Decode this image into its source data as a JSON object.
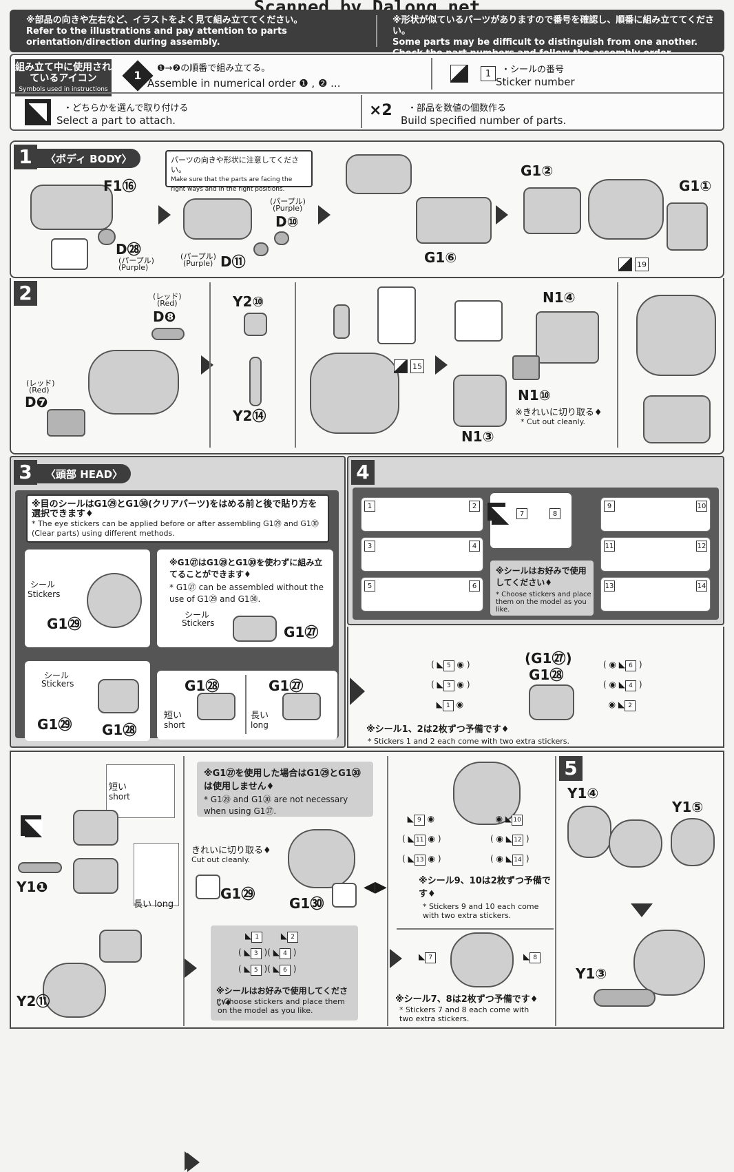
{
  "watermark": "Scanned by Dalong.net",
  "header": {
    "left_jp": "※部品の向きや左右など、イラストをよく見て組み立ててください。",
    "left_en": "Refer to the illustrations and pay attention to parts orientation/direction during assembly.",
    "right_jp": "※形状が似ているパーツがありますので番号を確認し、順番に組み立ててください。",
    "right_en": "Some parts may be difficult to distinguish from one another. Check the part numbers and follow the assembly order."
  },
  "legend": {
    "title_jp": "組み立て中に使用されているアイコン",
    "title_en": "Symbols used in instructions",
    "order_jp": "❶→❷の順番で組み立てる。",
    "order_en": "Assemble in numerical order ❶ , ❷ ...",
    "sticker_num": "1",
    "sticker_jp": "・シールの番号",
    "sticker_en": "Sticker number",
    "choose_jp": "・どちらかを選んで取り付ける",
    "choose_en": "Select a part to attach.",
    "x2": "×2",
    "build_jp": "・部品を数値の個数作る",
    "build_en": "Build specified number of parts."
  },
  "step1": {
    "num": "1",
    "title": "〈ボディ BODY〉",
    "note_jp": "パーツの向きや形状に注意してください。",
    "note_en": "Make sure that the parts are facing the right ways and in the right positions.",
    "parts": {
      "f1": "F1⑯",
      "d28": "D㉘",
      "d28_jp": "(パープル)",
      "d28_en": "(Purple)",
      "d10": "D⑩",
      "d10_jp": "(パープル)",
      "d10_en": "(Purple)",
      "d11": "D⑪",
      "d11_jp": "(パープル)",
      "d11_en": "(Purple)",
      "g16": "G1⑥",
      "g12": "G1②",
      "g11": "G1①",
      "sticker": "19"
    }
  },
  "step2": {
    "num": "2",
    "parts": {
      "d8": "D❽",
      "d8_jp": "(レッド)",
      "d8_en": "(Red)",
      "d7": "D❼",
      "d7_jp": "(レッド)",
      "d7_en": "(Red)",
      "y210": "Y2⑩",
      "y214": "Y2⑭",
      "sticker": "15",
      "n14": "N1④",
      "n110": "N1⑩",
      "n13": "N1③"
    },
    "cut_jp": "※きれいに切り取る♦",
    "cut_en": "* Cut out cleanly."
  },
  "step3": {
    "num": "3",
    "title": "〈頭部 HEAD〉",
    "note_jp": "※目のシールはG1㉙とG1㉚(クリアパーツ)をはめる前と後で貼り方を選択できます♦",
    "note_en": "* The eye stickers can be applied before or after assembling G1㉙ and G1㉚ (Clear parts) using different methods.",
    "alt_jp": "※G1㉗はG1㉙とG1㉚を使わずに組み立てることができます♦",
    "alt_en": "* G1㉗ can be assembled without the use of G1㉙ and G1㉚.",
    "stickers_jp": "シール",
    "stickers_en": "Stickers",
    "g129": "G1㉙",
    "g127": "G1㉗",
    "g128": "G1㉘",
    "short_jp": "短い",
    "short_en": "short",
    "long_jp": "長い",
    "long_en": "long"
  },
  "step4": {
    "num": "4",
    "left_pairs": [
      [
        "1",
        "2"
      ],
      [
        "3",
        "4"
      ],
      [
        "5",
        "6"
      ]
    ],
    "right_pairs": [
      [
        "9",
        "10"
      ],
      [
        "11",
        "12"
      ],
      [
        "13",
        "14"
      ]
    ],
    "center_pair": [
      "7",
      "8"
    ],
    "pref_jp": "※シールはお好みで使用してください♦",
    "pref_en": "* Choose stickers and place them on the model as you like.",
    "assembly_top": "(G1㉗)",
    "assembly_bottom": "G1㉘",
    "extra_jp": "※シール1、2は2枚ずつ予備です♦",
    "extra_en": "* Stickers 1 and 2 each come with two extra stickers."
  },
  "bottom": {
    "short_jp": "短い",
    "short_en": "short",
    "long_jp": "長い long",
    "y11": "Y1❶",
    "y211": "Y2⑪",
    "g127_note_jp": "※G1㉗を使用した場合はG1㉙とG1㉚は使用しません♦",
    "g127_note_en": "* G1㉙ and G1㉚ are not necessary when using G1㉗.",
    "cut_jp": "きれいに切り取る♦",
    "cut_en": "Cut out cleanly.",
    "g129": "G1㉙",
    "g130": "G1㉚",
    "pairs": [
      [
        "1",
        "2"
      ],
      [
        "3",
        "4"
      ],
      [
        "5",
        "6"
      ]
    ],
    "pref_jp": "※シールはお好みで使用してください♦",
    "pref_en": "* Choose stickers and place them on the model as you like.",
    "mid_pairs": [
      [
        "9",
        "10"
      ],
      [
        "11",
        "12"
      ],
      [
        "13",
        "14"
      ]
    ],
    "mid_extra_jp": "※シール9、10は2枚ずつ予備です♦",
    "mid_extra_en": "* Stickers 9 and 10 each come with two extra stickers.",
    "face_pair": [
      "7",
      "8"
    ],
    "face_extra_jp": "※シール7、8は2枚ずつ予備です♦",
    "face_extra_en": "* Stickers 7 and 8 each come with two extra stickers."
  },
  "step5": {
    "num": "5",
    "y14": "Y1④",
    "y15": "Y1⑤",
    "y13": "Y1③"
  }
}
